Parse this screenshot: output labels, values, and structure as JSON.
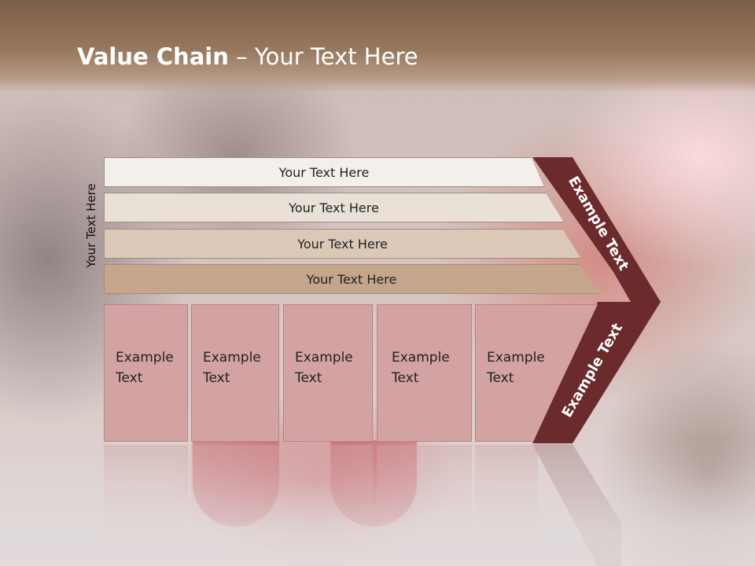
{
  "slide": {
    "title_bold": "Value Chain",
    "title_rest": " – Your Text Here",
    "side_label": "Your Text Here"
  },
  "support_bars": [
    {
      "label": "Your Text Here",
      "color": "#f3f0ec"
    },
    {
      "label": "Your Text Here",
      "color": "#e9e0d7"
    },
    {
      "label": "Your Text Here",
      "color": "#dcc8b6"
    },
    {
      "label": "Your Text Here",
      "color": "#c5a68a"
    }
  ],
  "primary_activities": [
    {
      "label": "Example Text"
    },
    {
      "label": "Example Text"
    },
    {
      "label": "Example Text"
    },
    {
      "label": "Example Text"
    },
    {
      "label": "Example Text"
    }
  ],
  "margin": {
    "top_label": "Example Text",
    "bottom_label": "Example Text",
    "color": "#6b2a2c"
  }
}
